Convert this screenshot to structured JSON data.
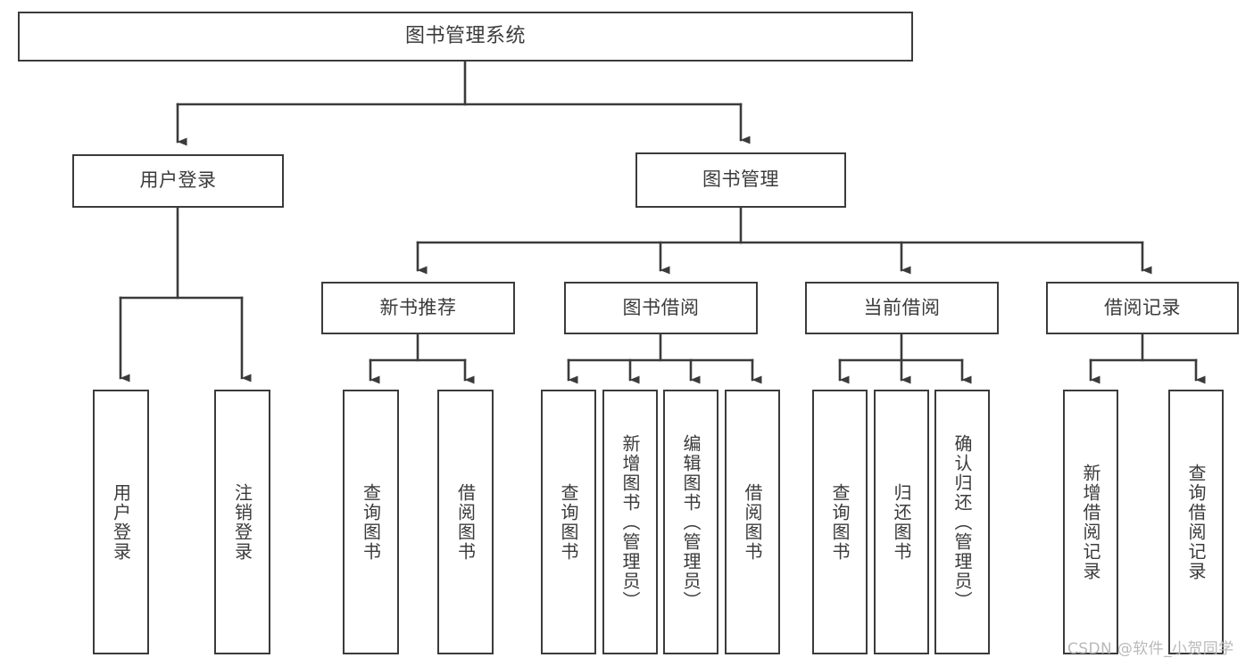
{
  "diagram": {
    "title": "图书管理系统",
    "type": "tree-hierarchy-diagram",
    "colors": {
      "background": "#ffffff",
      "stroke": "#3b3b3b",
      "text": "#3b3b3b",
      "watermark": "#b9b9b9"
    },
    "nodes": {
      "root": {
        "label": "图书管理系统"
      },
      "level1": [
        {
          "label": "用户登录"
        },
        {
          "label": "图书管理"
        }
      ],
      "level2": [
        {
          "label": "新书推荐"
        },
        {
          "label": "图书借阅"
        },
        {
          "label": "当前借阅"
        },
        {
          "label": "借阅记录"
        }
      ],
      "leaves": {
        "user_login": [
          {
            "label": "用户登录"
          },
          {
            "label": "注销登录"
          }
        ],
        "new_book_recommend": [
          {
            "label": "查询图书"
          },
          {
            "label": "借阅图书"
          }
        ],
        "book_borrow": [
          {
            "label": "查询图书"
          },
          {
            "label": "新增图书（管理员）"
          },
          {
            "label": "编辑图书（管理员）"
          },
          {
            "label": "借阅图书"
          }
        ],
        "current_borrow": [
          {
            "label": "查询图书"
          },
          {
            "label": "归还图书"
          },
          {
            "label": "确认归还（管理员）"
          }
        ],
        "borrow_record": [
          {
            "label": "新增借阅记录"
          },
          {
            "label": "查询借阅记录"
          }
        ]
      }
    },
    "watermark": "CSDN @软件_小贺同学"
  }
}
